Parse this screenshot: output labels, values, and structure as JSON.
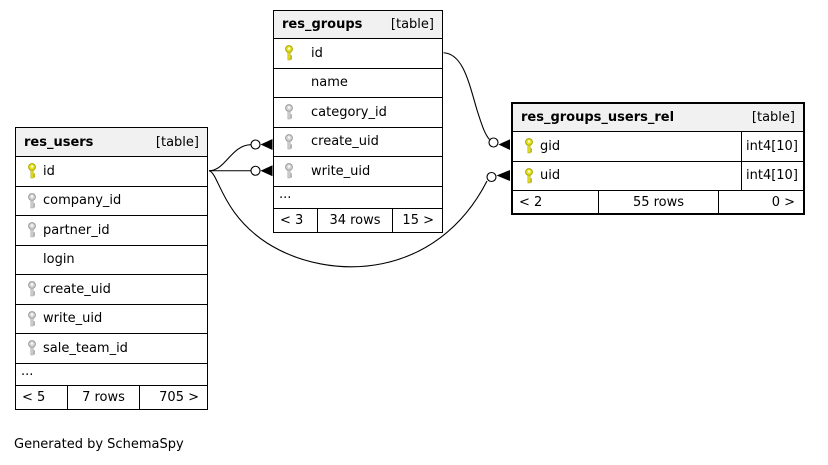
{
  "diagram": {
    "footer_note": "Generated by SchemaSpy",
    "colors": {
      "bg": "#ffffff",
      "header_bg": "#f1f1f1",
      "border": "#000000",
      "line": "#000000",
      "pk_key": "#e6e322",
      "pk_key_stroke": "#a9a400",
      "fk_key": "#d5d5d5",
      "fk_key_stroke": "#9a9a9a"
    }
  },
  "tables": {
    "res_users": {
      "name": "res_users",
      "type_label": "[table]",
      "rows": [
        {
          "name": "id",
          "key": "pk"
        },
        {
          "name": "company_id",
          "key": "fk"
        },
        {
          "name": "partner_id",
          "key": "fk"
        },
        {
          "name": "login",
          "key": "none"
        },
        {
          "name": "create_uid",
          "key": "fk"
        },
        {
          "name": "write_uid",
          "key": "fk"
        },
        {
          "name": "sale_team_id",
          "key": "fk"
        }
      ],
      "ellipsis": "...",
      "footer": {
        "left": "< 5",
        "center": "7 rows",
        "right": "705 >"
      }
    },
    "res_groups": {
      "name": "res_groups",
      "type_label": "[table]",
      "rows": [
        {
          "name": "id",
          "key": "pk"
        },
        {
          "name": "name",
          "key": "none"
        },
        {
          "name": "category_id",
          "key": "fk"
        },
        {
          "name": "create_uid",
          "key": "fk"
        },
        {
          "name": "write_uid",
          "key": "fk"
        }
      ],
      "ellipsis": "...",
      "footer": {
        "left": "< 3",
        "center": "34 rows",
        "right": "15 >"
      }
    },
    "res_groups_users_rel": {
      "name": "res_groups_users_rel",
      "type_label": "[table]",
      "rows": [
        {
          "name": "gid",
          "key": "pk",
          "type": "int4[10]"
        },
        {
          "name": "uid",
          "key": "pk",
          "type": "int4[10]"
        }
      ],
      "footer": {
        "left": "< 2",
        "center": "55 rows",
        "right": "0 >"
      }
    }
  }
}
